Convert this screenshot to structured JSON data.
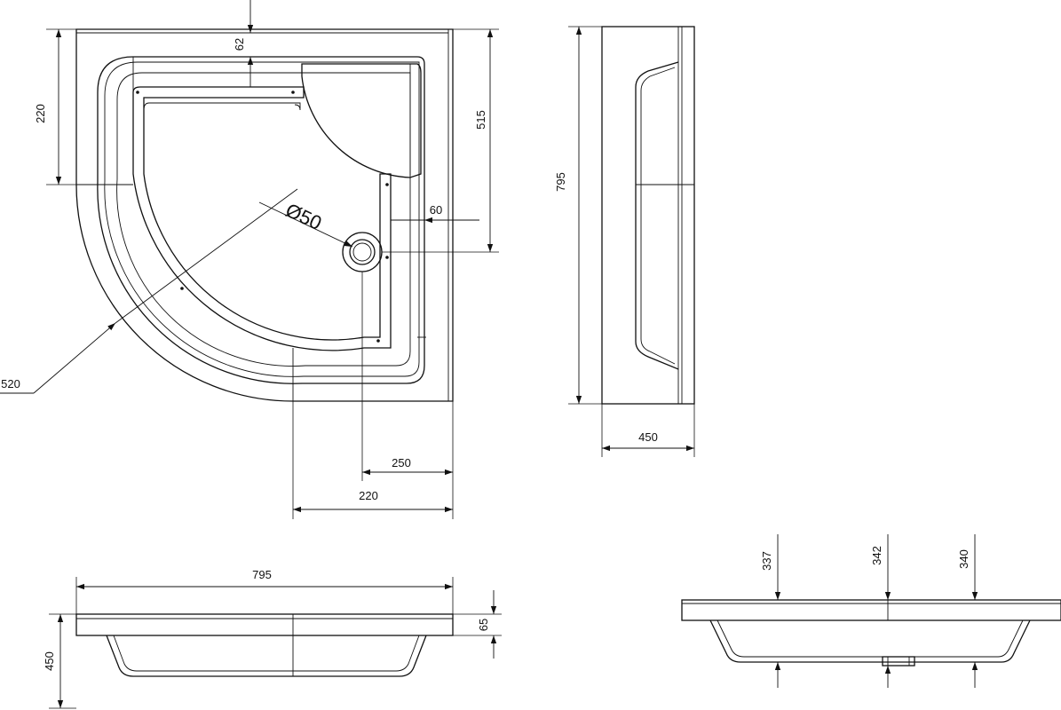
{
  "top_view": {
    "dim_left_220": "220",
    "dim_top_62": "62",
    "dim_right_515": "515",
    "dim_drain_60": "60",
    "dim_drain_diameter": "Ø50",
    "dim_radius_520": "520",
    "dim_bottom_250": "250",
    "dim_bottom_220": "220"
  },
  "side_view_right": {
    "dim_height_795": "795",
    "dim_width_450": "450"
  },
  "front_view": {
    "dim_width_795": "795",
    "dim_height_450": "450",
    "dim_rim_65": "65"
  },
  "section_view": {
    "dim_337": "337",
    "dim_342": "342",
    "dim_340": "340"
  }
}
